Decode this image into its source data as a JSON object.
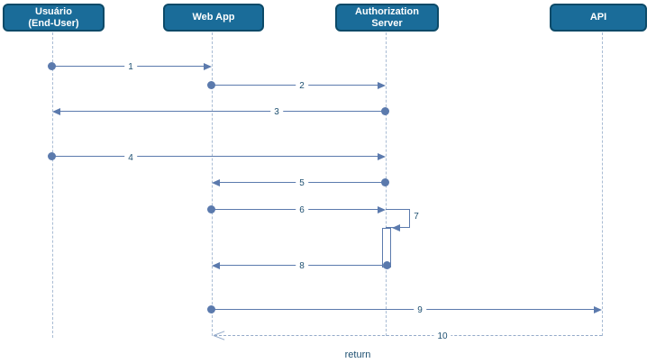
{
  "diagram": {
    "type": "uml-sequence-diagram",
    "actors": [
      {
        "label": "Usuário\n(End-User)"
      },
      {
        "label": "Web App"
      },
      {
        "label": "Authorization\nServer"
      },
      {
        "label": "API"
      }
    ],
    "messages": [
      {
        "num": "1",
        "from": "Usuário (End-User)",
        "to": "Web App",
        "style": "solid"
      },
      {
        "num": "2",
        "from": "Web App",
        "to": "Authorization Server",
        "style": "solid"
      },
      {
        "num": "3",
        "from": "Authorization Server",
        "to": "Usuário (End-User)",
        "style": "solid"
      },
      {
        "num": "4",
        "from": "Usuário (End-User)",
        "to": "Authorization Server",
        "style": "solid"
      },
      {
        "num": "5",
        "from": "Authorization Server",
        "to": "Web App",
        "style": "solid"
      },
      {
        "num": "6",
        "from": "Web App",
        "to": "Authorization Server",
        "style": "solid"
      },
      {
        "num": "7",
        "from": "Authorization Server",
        "to": "Authorization Server",
        "style": "self"
      },
      {
        "num": "8",
        "from": "Authorization Server",
        "to": "Web App",
        "style": "solid"
      },
      {
        "num": "9",
        "from": "Web App",
        "to": "API",
        "style": "solid"
      },
      {
        "num": "10",
        "from": "API",
        "to": "Web App",
        "style": "dashed-return",
        "label": "return"
      }
    ],
    "colors": {
      "actor_fill": "#1a6c99",
      "actor_border": "#0c4a68",
      "actor_text": "#ffffff",
      "message_line": "#5b7aad",
      "return_line": "#94aac9",
      "lifeline": "#a9bcd4",
      "label_text": "#1d4f70",
      "background": "#ffffff"
    }
  }
}
